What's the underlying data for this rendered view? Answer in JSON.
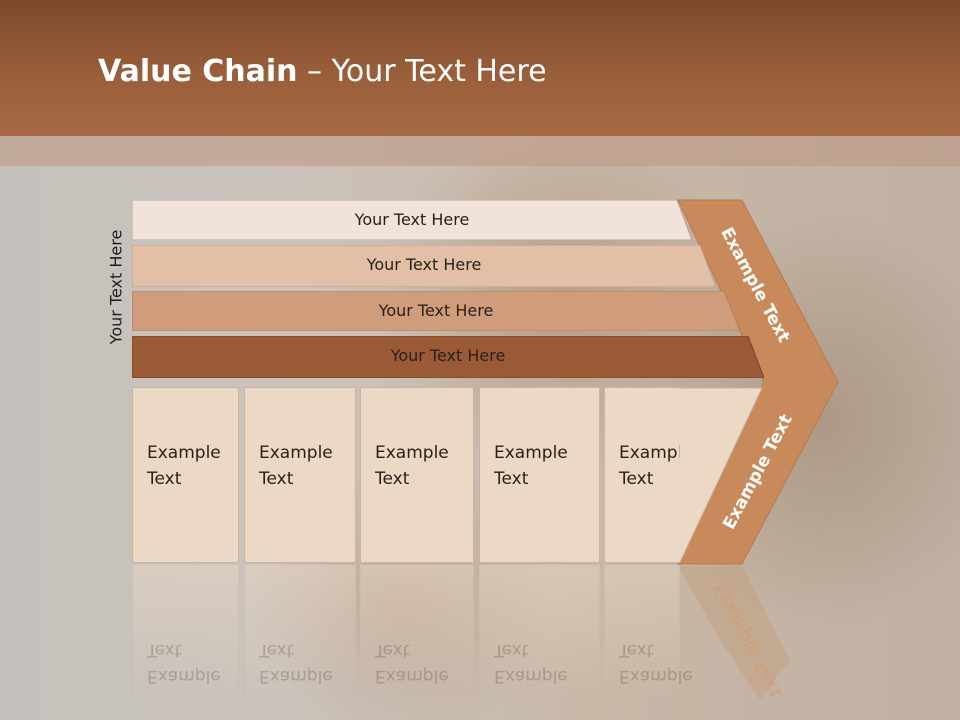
{
  "title": {
    "bold": "Value Chain",
    "rest": " – Your Text Here"
  },
  "side_label": "Your Text Here",
  "rows": [
    {
      "label": "Your Text Here",
      "color": "#f1e3d9"
    },
    {
      "label": "Your Text Here",
      "color": "#e2bfa6"
    },
    {
      "label": "Your Text Here",
      "color": "#cf9c7c"
    },
    {
      "label": "Your Text Here",
      "color": "#9a5a36"
    }
  ],
  "cards": [
    {
      "line1": "Example",
      "line2": "Text"
    },
    {
      "line1": "Example",
      "line2": "Text"
    },
    {
      "line1": "Example",
      "line2": "Text"
    },
    {
      "line1": "Example",
      "line2": "Text"
    },
    {
      "line1": "Example",
      "line2": "Text"
    }
  ],
  "chevron": {
    "top_label": "Example Text",
    "bottom_label": "Example Text",
    "color": "#c88a5a"
  },
  "colors": {
    "header": "#9a5e3a",
    "card": "#ecd9c5"
  }
}
